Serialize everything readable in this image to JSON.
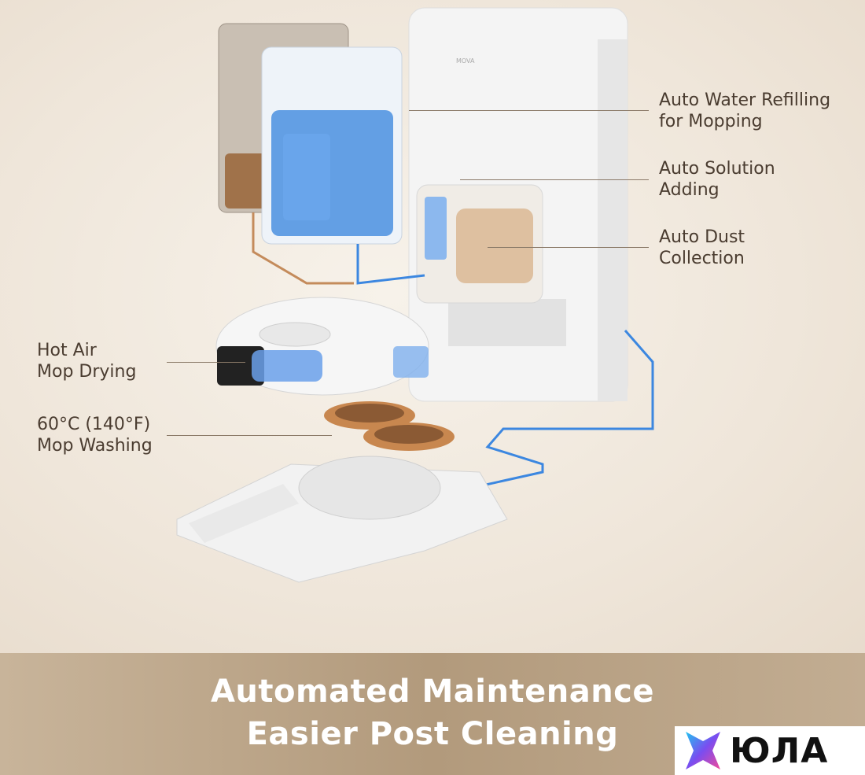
{
  "callouts": {
    "water": {
      "line1": "Auto Water Refilling",
      "line2": "for Mopping"
    },
    "solution": {
      "line1": "Auto Solution",
      "line2": "Adding"
    },
    "dust": {
      "line1": "Auto Dust",
      "line2": "Collection"
    },
    "hot_air": {
      "line1": "Hot Air",
      "line2": "Mop Drying"
    },
    "washing": {
      "line1": "60°C (140°F)",
      "line2": "Mop Washing"
    }
  },
  "banner": {
    "line1": "Automated Maintenance",
    "line2": "Easier Post Cleaning"
  },
  "logo": {
    "text": "ЮЛА"
  },
  "colors": {
    "banner": "#b29a7c",
    "text_dark": "#4a3c30",
    "water_blue": "#4a8fe0",
    "dirty_brown": "#a0724a"
  }
}
